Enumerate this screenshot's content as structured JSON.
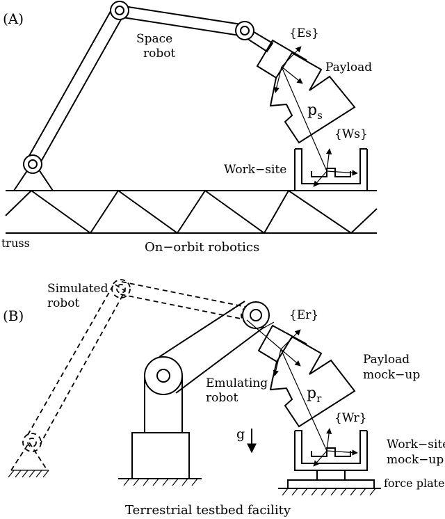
{
  "panel_a": {
    "tag": "(A)",
    "space_robot_line1": "Space",
    "space_robot_line2": "robot",
    "frame_es": "{Es}",
    "payload": "Payload",
    "vector_p": "p",
    "vector_p_sub": "s",
    "frame_ws": "{Ws}",
    "work_site": "Work−site",
    "truss": "truss",
    "caption": "On−orbit robotics"
  },
  "panel_b": {
    "tag": "(B)",
    "simulated_line1": "Simulated",
    "simulated_line2": "robot",
    "frame_er": "{Er}",
    "payload_line1": "Payload",
    "payload_line2": "mock−up",
    "emulating_line1": "Emulating",
    "emulating_line2": "robot",
    "vector_p": "p",
    "vector_p_sub": "r",
    "frame_wr": "{Wr}",
    "gravity": "g",
    "work_site_line1": "Work−site",
    "work_site_line2": "mock−up",
    "force_plate": "force plate",
    "caption": "Terrestrial testbed facility"
  }
}
